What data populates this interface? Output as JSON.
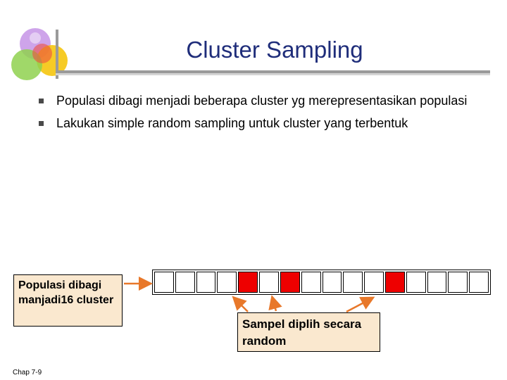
{
  "slide": {
    "title": "Cluster Sampling",
    "bullets": [
      "Populasi dibagi menjadi beberapa cluster yg merepresentasikan populasi",
      "Lakukan simple random sampling untuk cluster yang terbentuk"
    ],
    "left_box_text": "Populasi dibagi manjadi16 cluster",
    "right_box_text": "Sampel diplih secara random",
    "footer": "Chap 7-9"
  },
  "clusters": {
    "count": 16,
    "selected": [
      4,
      6,
      11
    ]
  },
  "colors": {
    "title": "#1f2d7a",
    "box_fill": "#fae8cf",
    "selected_cell": "#ee0000",
    "arrow": "#e8782a"
  },
  "icons": {
    "logo": "overlapping-circles-logo",
    "bullet": "square-bullet-icon"
  }
}
